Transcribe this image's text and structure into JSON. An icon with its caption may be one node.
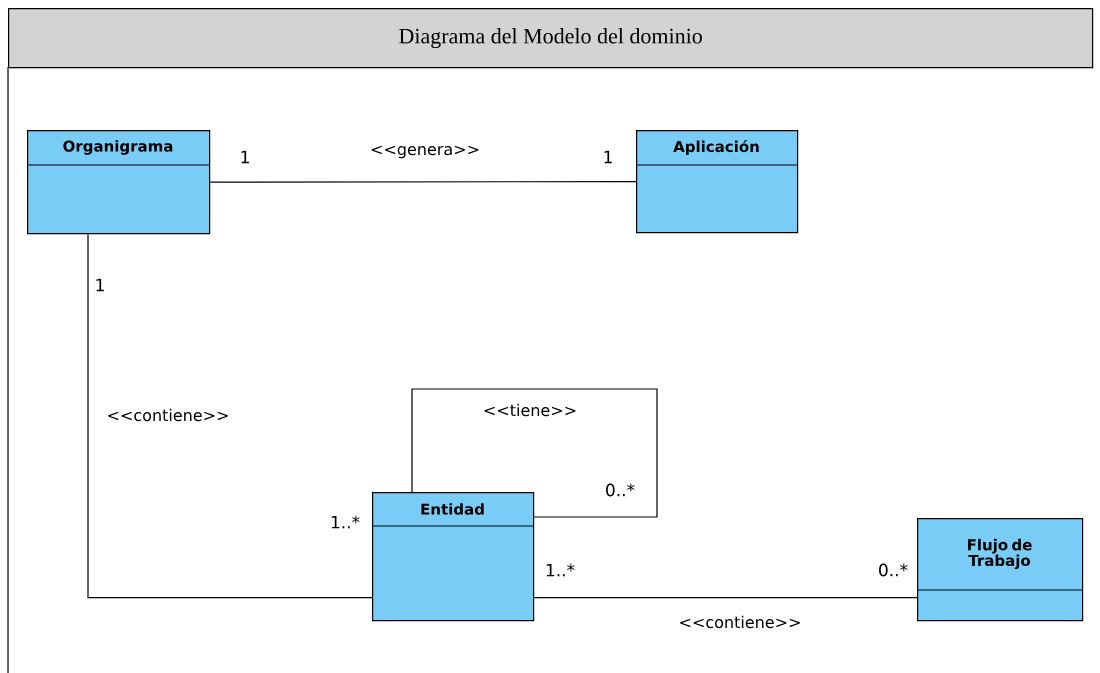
{
  "diagram": {
    "title": "Diagrama del Modelo del dominio",
    "nodes": [
      {
        "text": [
          "Organigrama"
        ]
      },
      {
        "text": [
          "Aplicación"
        ]
      },
      {
        "text": [
          "Entidad"
        ]
      },
      {
        "text": [
          "Flujo de Trabajo"
        ]
      }
    ],
    "edges": [
      {
        "from": 0,
        "to": 1,
        "arrow": "none",
        "label": "<<genera>>"
      },
      {
        "from": 0,
        "to": 2,
        "arrow": "none",
        "label": "<<contiene>>"
      },
      {
        "from": 2,
        "to": 2,
        "arrow": "none",
        "label": "<<tiene>>"
      },
      {
        "from": 2,
        "to": 3,
        "arrow": "none",
        "label": "<<contiene>>"
      }
    ],
    "labels": [
      "1",
      "1",
      "1",
      "0..*",
      "1..*",
      "1..*",
      "0..*"
    ]
  }
}
